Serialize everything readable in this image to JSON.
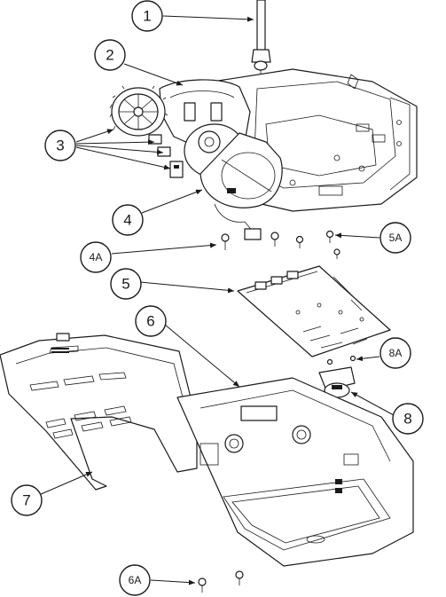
{
  "callouts": {
    "c1": "1",
    "c2": "2",
    "c3": "3",
    "c4": "4",
    "c4a": "4A",
    "c5": "5",
    "c5a": "5A",
    "c6": "6",
    "c6a": "6A",
    "c7": "7",
    "c8": "8",
    "c8a": "8A"
  },
  "colors": {
    "line": "#1a1a1a",
    "fill": "#ffffff"
  }
}
